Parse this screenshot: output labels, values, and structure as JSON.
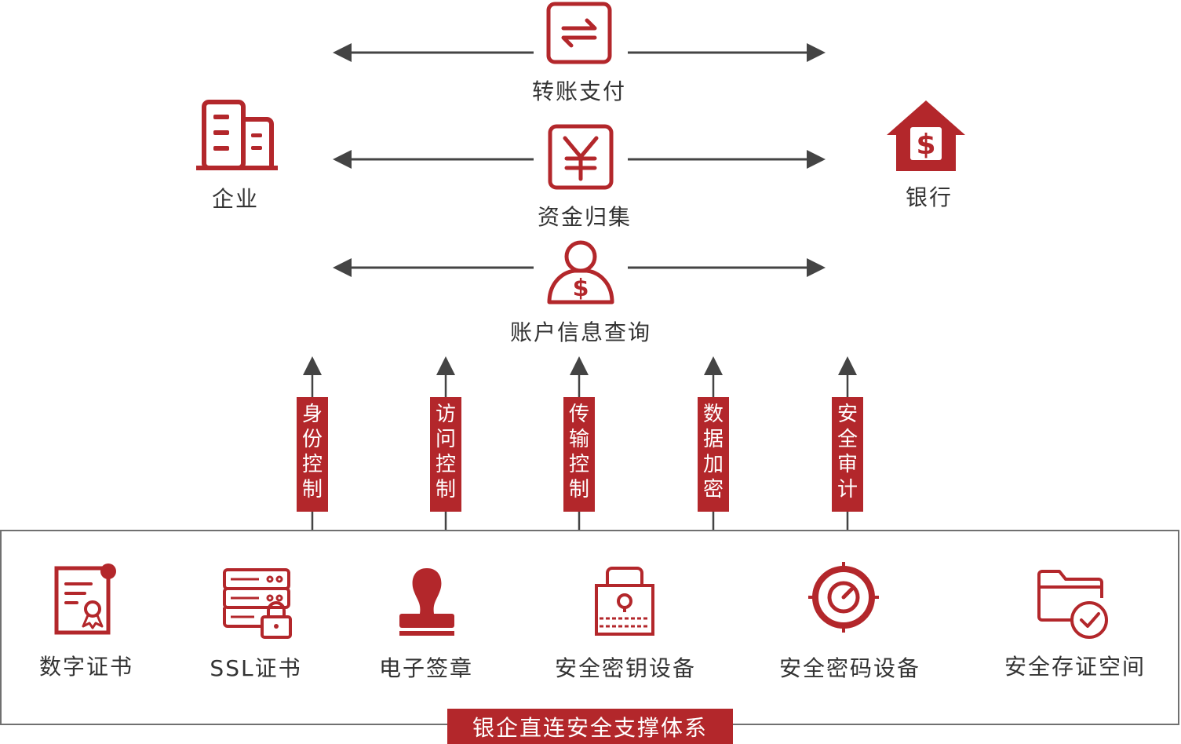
{
  "entities": {
    "left": "企业",
    "right": "银行"
  },
  "services": [
    {
      "label": "转账支付",
      "icon": "transfer-icon"
    },
    {
      "label": "资金归集",
      "icon": "yen-icon"
    },
    {
      "label": "账户信息查询",
      "icon": "user-dollar-icon"
    }
  ],
  "controls": [
    {
      "label": "身份控制"
    },
    {
      "label": "访问控制"
    },
    {
      "label": "传输控制"
    },
    {
      "label": "数据加密"
    },
    {
      "label": "安全审计"
    }
  ],
  "components": [
    {
      "label": "数字证书",
      "icon": "certificate-icon"
    },
    {
      "label": "SSL证书",
      "icon": "server-lock-icon"
    },
    {
      "label": "电子签章",
      "icon": "stamp-icon"
    },
    {
      "label": "安全密钥设备",
      "icon": "key-device-icon"
    },
    {
      "label": "安全密码设备",
      "icon": "dial-icon"
    },
    {
      "label": "安全存证空间",
      "icon": "folder-check-icon"
    }
  ],
  "footer": "银企直连安全支撑体系",
  "colors": {
    "accent": "#b3272b",
    "arrow": "#444444",
    "border": "#707070"
  }
}
